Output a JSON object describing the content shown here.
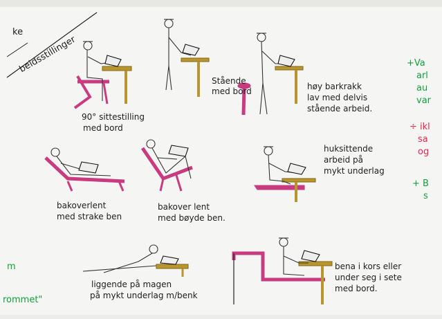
{
  "title_fragment": "ke",
  "title": "beidsstillinger",
  "captions": {
    "sitting": [
      "90° sittestilling",
      "med bord"
    ],
    "standing": [
      "Stående",
      "med bord"
    ],
    "stool": [
      "høy barkrakk",
      "lav med delvis",
      "stående arbeid."
    ],
    "reclined_straight": [
      "bakoverlent",
      "med strake ben"
    ],
    "reclined_bent": [
      "bakover lent",
      "med bøyde ben."
    ],
    "kneeling": [
      "huksittende",
      "arbeid på",
      "mykt underlag"
    ],
    "lying": [
      "liggende på magen",
      "på mykt underlag m/benk"
    ],
    "crosslegged": [
      "bena i kors eller",
      "under seg i sete",
      "med bord."
    ]
  },
  "right_notes": {
    "plus_1": [
      "+Va",
      "arl",
      "au",
      "var"
    ],
    "minus": [
      "÷ ikl",
      "sa",
      "og"
    ],
    "plus_2": [
      "+ B",
      "s"
    ]
  },
  "left_notes": [
    "m",
    "rommet\""
  ],
  "colors": {
    "furniture_wood": "#b8952f",
    "magenta": "#c83b80",
    "green_ink": "#14a03c",
    "red_ink": "#e8244b"
  }
}
